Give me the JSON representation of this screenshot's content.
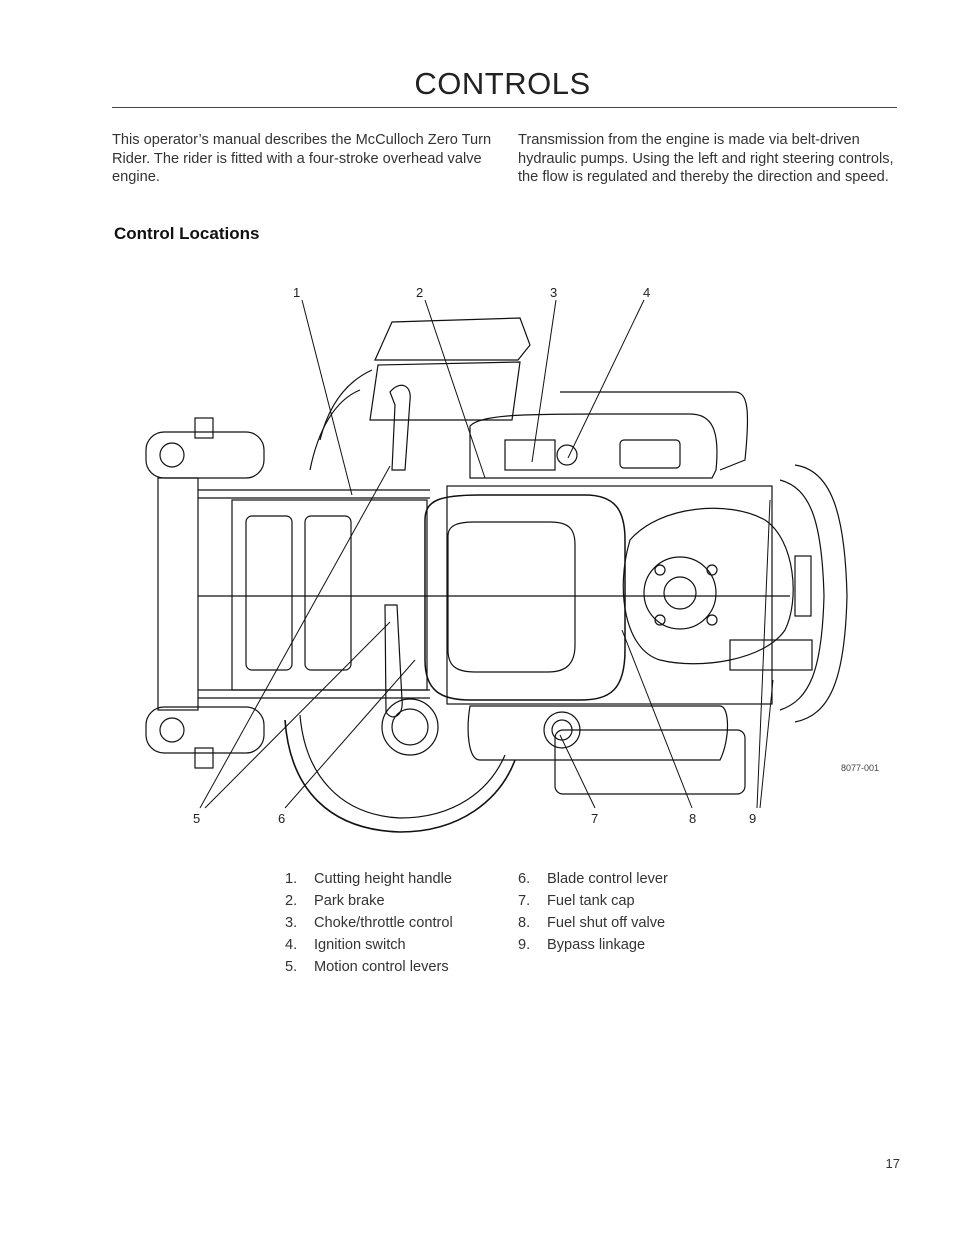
{
  "page": {
    "title": "CONTROLS",
    "page_number": "17"
  },
  "intro": {
    "left": "This operator’s manual describes the McCulloch Zero Turn Rider. The rider is fitted with a four-stroke overhead valve engine.",
    "right": "Transmission from the engine is made via belt-driven hydraulic pumps. Using the left and right steering controls, the flow is regulated and thereby the direction and speed."
  },
  "section": {
    "heading": "Control Locations"
  },
  "figure": {
    "id": "8077-001",
    "callouts_top": [
      "1",
      "2",
      "3",
      "4"
    ],
    "callouts_bottom": [
      "5",
      "6",
      "7",
      "8",
      "9"
    ]
  },
  "legend": {
    "col1": [
      {
        "num": "1.",
        "label": "Cutting height handle"
      },
      {
        "num": "2.",
        "label": "Park brake"
      },
      {
        "num": "3.",
        "label": "Choke/throttle control"
      },
      {
        "num": "4.",
        "label": "Ignition switch"
      },
      {
        "num": "5.",
        "label": "Motion control levers"
      }
    ],
    "col2": [
      {
        "num": "6.",
        "label": "Blade control lever"
      },
      {
        "num": "7.",
        "label": "Fuel tank cap"
      },
      {
        "num": "8.",
        "label": "Fuel shut off valve"
      },
      {
        "num": "9.",
        "label": "Bypass linkage"
      }
    ]
  }
}
